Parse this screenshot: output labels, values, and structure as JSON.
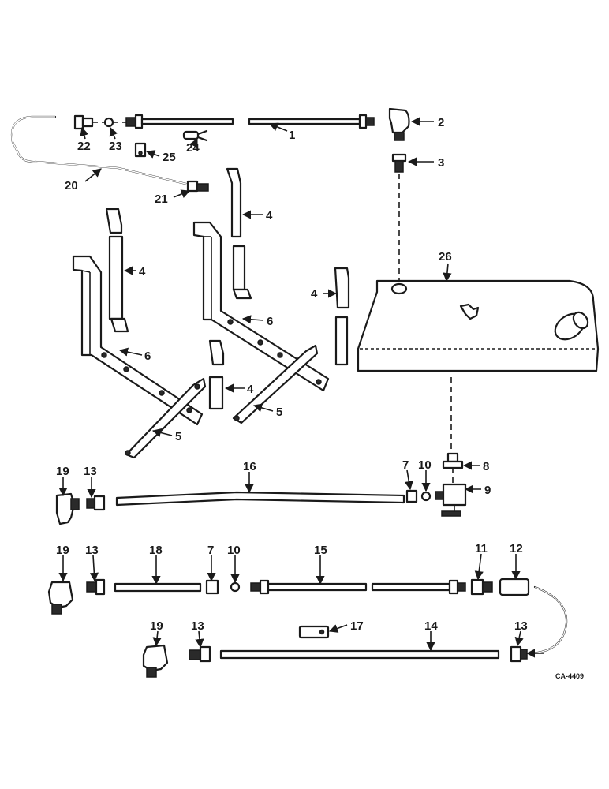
{
  "callouts": {
    "c1": "1",
    "c2": "2",
    "c3": "3",
    "c4a": "4",
    "c4b": "4",
    "c4c": "4",
    "c4d": "4",
    "c5a": "5",
    "c5b": "5",
    "c6a": "6",
    "c6b": "6",
    "c7a": "7",
    "c7b": "7",
    "c8": "8",
    "c9": "9",
    "c10a": "10",
    "c10b": "10",
    "c11": "11",
    "c12": "12",
    "c13a": "13",
    "c13b": "13",
    "c13c": "13",
    "c13d": "13",
    "c14": "14",
    "c15": "15",
    "c16": "16",
    "c17": "17",
    "c18": "18",
    "c19a": "19",
    "c19b": "19",
    "c19c": "19",
    "c20": "20",
    "c21": "21",
    "c22": "22",
    "c23": "23",
    "c24": "24",
    "c25": "25",
    "c26": "26"
  },
  "drawing_code": "CA-4409",
  "colors": {
    "ink": "#1a1a1a",
    "paper": "#ffffff"
  }
}
